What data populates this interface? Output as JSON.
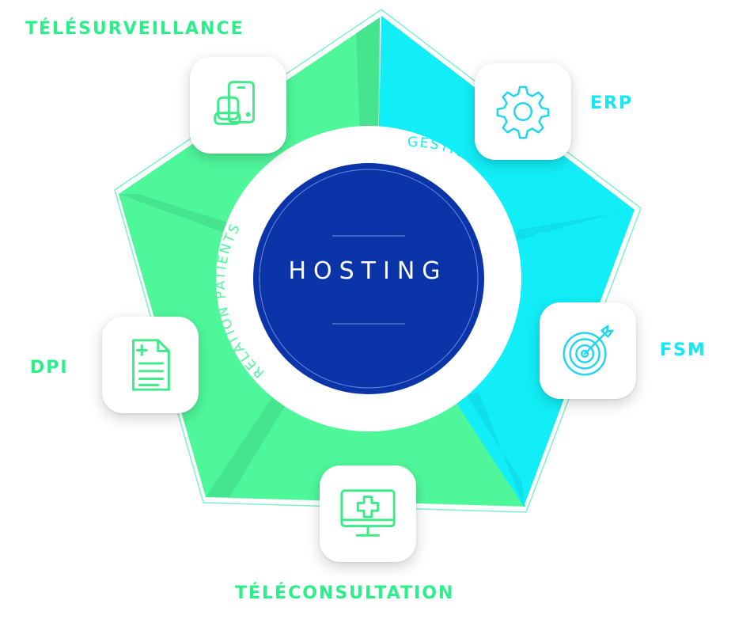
{
  "center": {
    "title": "HOSTING"
  },
  "arcs": {
    "left": "RELATION PATIENTS",
    "right": "GESTION ÉTABLISEEMENT & ÉQUIPE"
  },
  "nodes": [
    {
      "id": "telesurveillance",
      "label": "TÉLÉSURVEILLANCE",
      "icon": "devices-icon"
    },
    {
      "id": "erp",
      "label": "ERP",
      "icon": "gear-icon"
    },
    {
      "id": "fsm",
      "label": "FSM",
      "icon": "target-icon"
    },
    {
      "id": "teleconsultation",
      "label": "TÉLÉCONSULTATION",
      "icon": "medical-monitor-icon"
    },
    {
      "id": "dpi",
      "label": "DPI",
      "icon": "medical-document-icon"
    }
  ],
  "colors": {
    "green": "#4FF79B",
    "green_dark": "#3ED685",
    "cyan": "#11EEF7",
    "cyan_dark": "#0FD3E2",
    "navy": "#0A34A8",
    "label_green": "#2BF08A",
    "label_cyan": "#13E9F5",
    "icon_green": "#3DEB8A",
    "icon_cyan": "#1FD6F0"
  }
}
